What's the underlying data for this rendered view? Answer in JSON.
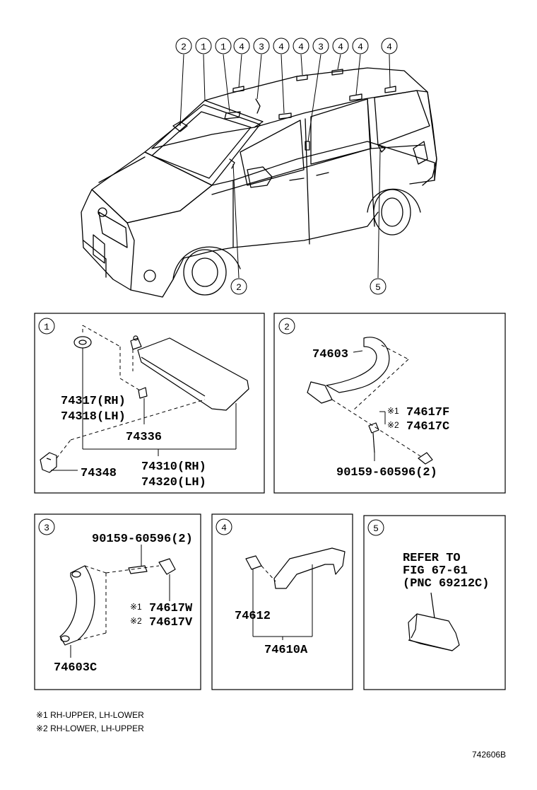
{
  "overview_callouts_top": [
    "2",
    "1",
    "1",
    "4",
    "3",
    "4",
    "4",
    "3",
    "4",
    "4",
    "4"
  ],
  "overview_callouts_bottom": [
    "2",
    "5"
  ],
  "panels": {
    "p1": {
      "num": "1",
      "parts": [
        "74317(RH)",
        "74318(LH)",
        "74336",
        "74348",
        "74310(RH)",
        "74320(LH)"
      ]
    },
    "p2": {
      "num": "2",
      "parts": [
        "74603",
        "74617F",
        "74617C",
        "90159-60596(2)"
      ],
      "marks": [
        "※1",
        "※2"
      ]
    },
    "p3": {
      "num": "3",
      "parts": [
        "90159-60596(2)",
        "74617W",
        "74617V",
        "74603C"
      ],
      "marks": [
        "※1",
        "※2"
      ]
    },
    "p4": {
      "num": "4",
      "parts": [
        "74612",
        "74610A"
      ]
    },
    "p5": {
      "num": "5",
      "refer": [
        "REFER TO",
        "FIG 67-61",
        "(PNC 69212C)"
      ]
    }
  },
  "notes": [
    "※1  RH-UPPER, LH-LOWER",
    "※2  RH-LOWER, LH-UPPER"
  ],
  "figure_id": "742606B"
}
